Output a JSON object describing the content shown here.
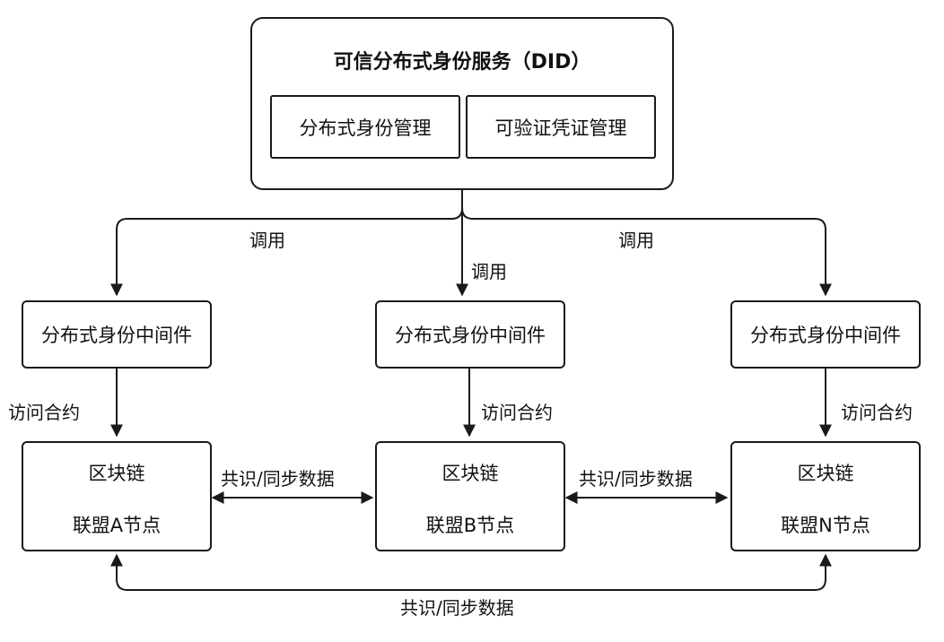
{
  "did_service": {
    "title": "可信分布式身份服务（DID）",
    "modules": [
      "分布式身份管理",
      "可验证凭证管理"
    ]
  },
  "edge_labels": {
    "invoke": "调用",
    "access_contract": "访问合约",
    "consensus_sync": "共识/同步数据"
  },
  "middleware_label": "分布式身份中间件",
  "nodes": [
    {
      "line1": "区块链",
      "line2": "联盟A节点"
    },
    {
      "line1": "区块链",
      "line2": "联盟B节点"
    },
    {
      "line1": "区块链",
      "line2": "联盟N节点"
    }
  ],
  "colors": {
    "stroke": "#1a1a1a",
    "background": "#ffffff"
  }
}
